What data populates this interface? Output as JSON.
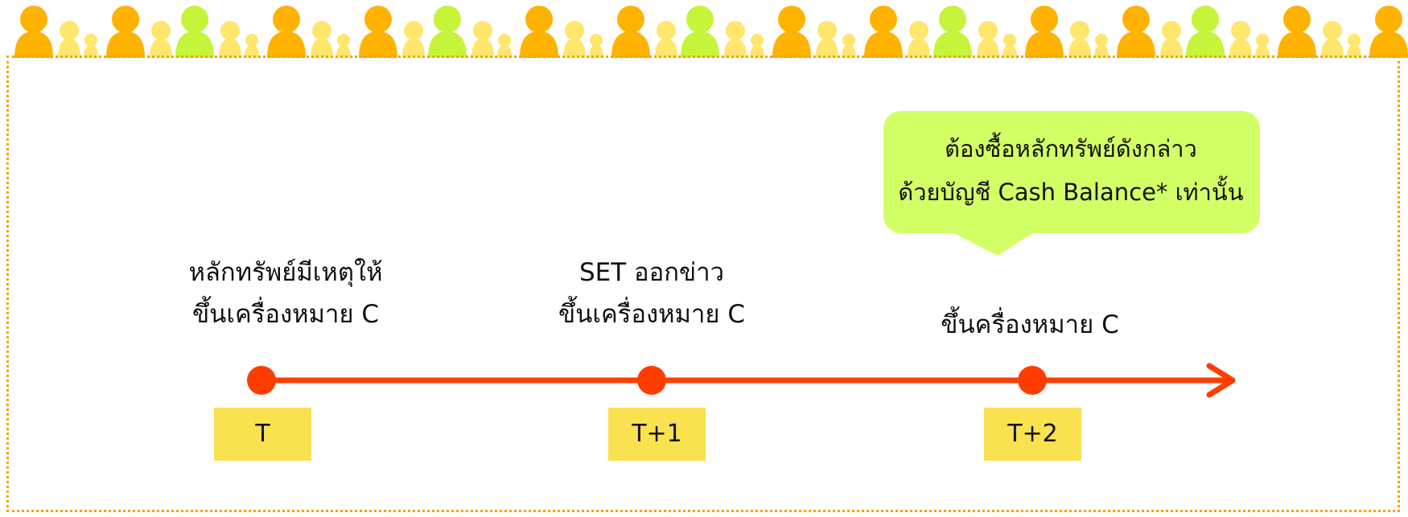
{
  "callout": {
    "line1": "ต้องซื้อหลักทรัพย์ดังกล่าว",
    "line2": "ด้วยบัญชี Cash Balance* เท่านั้น"
  },
  "events": [
    {
      "line1": "หลักทรัพย์มีเหตุให้",
      "line2": "ขึ้นเครื่องหมาย C",
      "day": "T"
    },
    {
      "line1": "SET ออกข่าว",
      "line2": "ขึ้นเครื่องหมาย C",
      "day": "T+1"
    },
    {
      "line1": "ขึ้นครื่องหมาย C",
      "day": "T+2"
    }
  ],
  "colors": {
    "timeline": "#ff3d00",
    "day_box": "#f9e14f",
    "callout": "#d3ff66",
    "frame_border": "#f4a300",
    "person_orange": "#ffb300",
    "person_yellow": "#ffe66d",
    "person_green": "#c6f43a"
  },
  "icons": [
    "person-icon"
  ]
}
